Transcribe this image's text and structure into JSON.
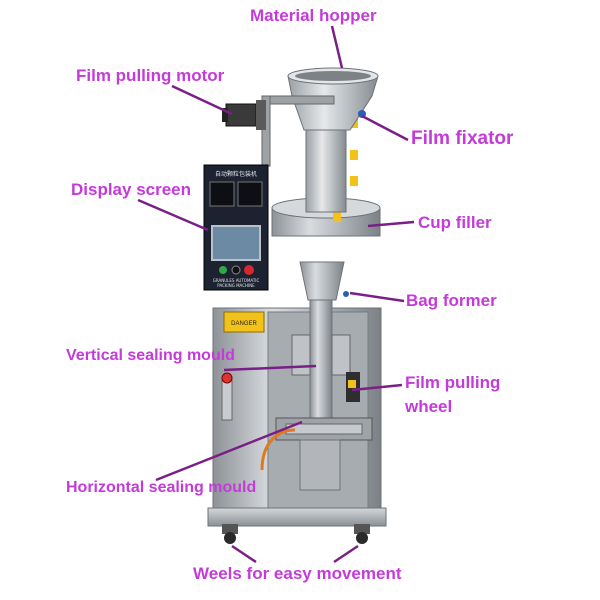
{
  "labels": {
    "material_hopper": "Material hopper",
    "film_pulling_motor": "Film pulling motor",
    "film_fixator": "Film fixator",
    "display_screen": "Display screen",
    "cup_filler": "Cup filler",
    "bag_former": "Bag former",
    "vertical_sealing_mould": "Vertical sealing mould",
    "film_pulling_wheel_line1": "Film pulling",
    "film_pulling_wheel_line2": "wheel",
    "horizontal_sealing_mould": "Horizontal sealing mould",
    "wheels": "Weels for easy movement"
  },
  "machine_text": {
    "panel_top": "自动颗粒包装机",
    "panel_bottom_1": "GRANULES AUTOMATIC",
    "panel_bottom_2": "PACKING MACHINE",
    "warning": "DANGER"
  },
  "colors": {
    "label": "#c43bd9",
    "leader": "#7a1f86",
    "steel": "#b8bcc0",
    "steel_dark": "#6e7378",
    "panel": "#1c2230",
    "warning": "#f2c21a"
  }
}
